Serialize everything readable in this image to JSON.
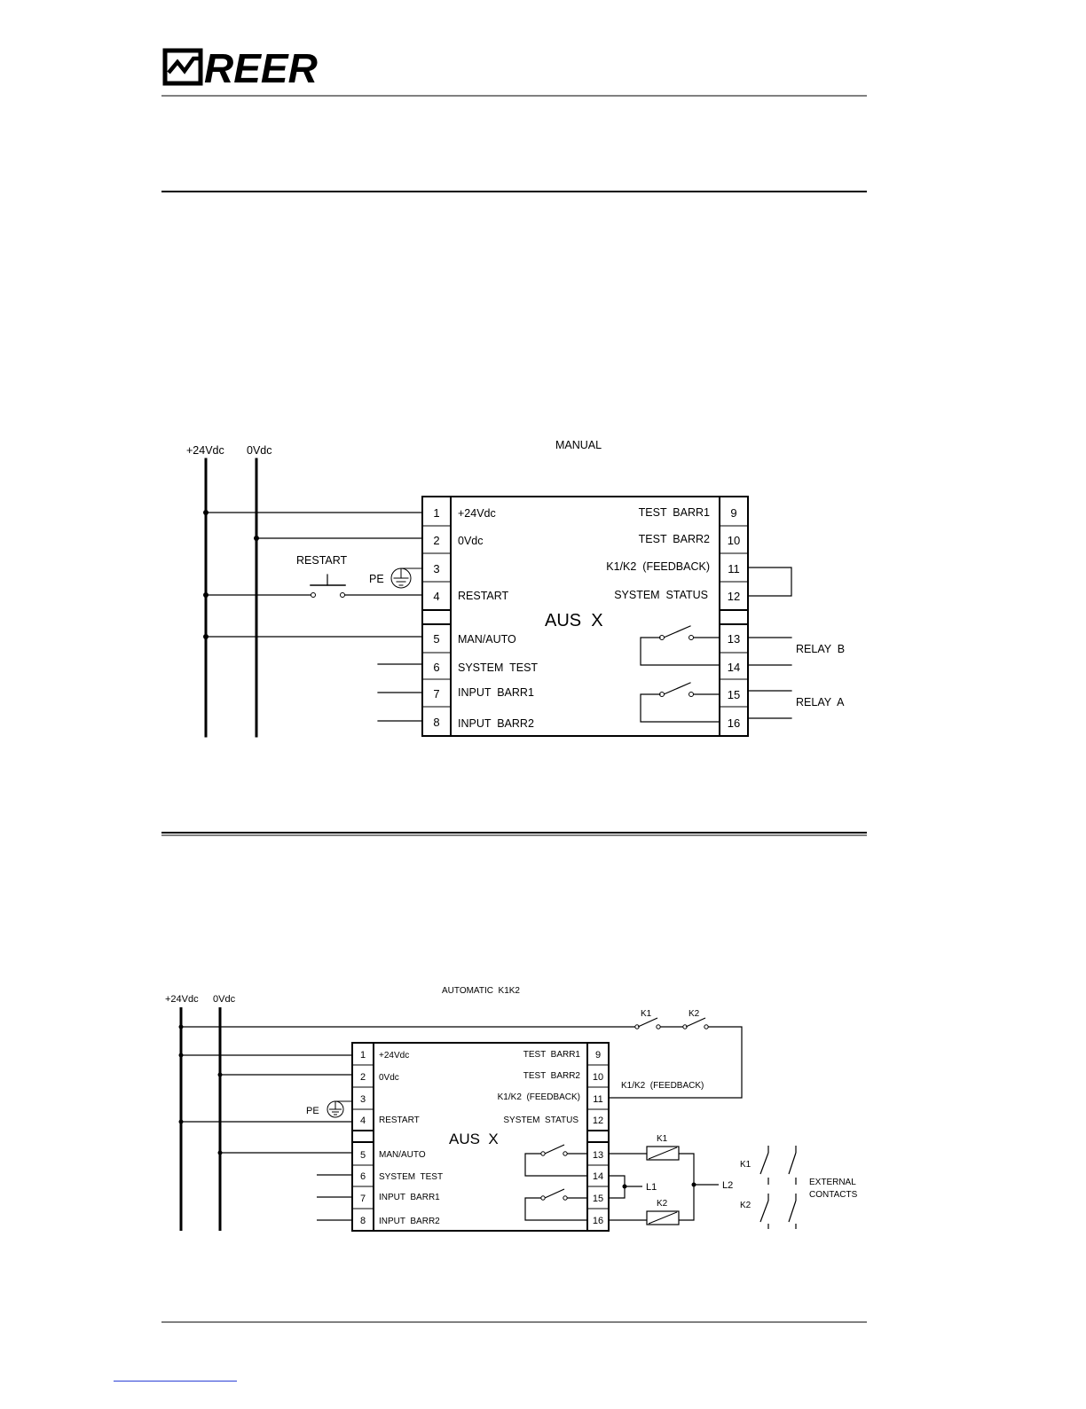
{
  "header": {
    "logo_text": "REER"
  },
  "diagram_manual": {
    "title": "MANUAL",
    "rail_pos_label": "+24Vdc",
    "rail_neg_label": "0Vdc",
    "restart_button_label": "RESTART",
    "pe_label": "PE",
    "module_label": "AUS  X",
    "terminals_left": [
      {
        "num": "1",
        "label": "+24Vdc"
      },
      {
        "num": "2",
        "label": "0Vdc"
      },
      {
        "num": "3",
        "label": ""
      },
      {
        "num": "4",
        "label": "RESTART"
      },
      {
        "num": "5",
        "label": "MAN/AUTO"
      },
      {
        "num": "6",
        "label": "SYSTEM  TEST"
      },
      {
        "num": "7",
        "label": "INPUT  BARR1"
      },
      {
        "num": "8",
        "label": "INPUT  BARR2"
      }
    ],
    "terminals_right": [
      {
        "num": "9",
        "label": "TEST  BARR1"
      },
      {
        "num": "10",
        "label": "TEST  BARR2"
      },
      {
        "num": "11",
        "label": "K1/K2  (FEEDBACK)"
      },
      {
        "num": "12",
        "label": "SYSTEM  STATUS"
      },
      {
        "num": "13",
        "label": ""
      },
      {
        "num": "14",
        "label": ""
      },
      {
        "num": "15",
        "label": ""
      },
      {
        "num": "16",
        "label": ""
      }
    ],
    "relay_b_label": "RELAY  B",
    "relay_a_label": "RELAY  A"
  },
  "diagram_auto": {
    "title": "AUTOMATIC  K1K2",
    "rail_pos_label": "+24Vdc",
    "rail_neg_label": "0Vdc",
    "pe_label": "PE",
    "module_label": "AUS  X",
    "k1_contact_label": "K1",
    "k2_contact_label": "K2",
    "feedback_wire_label": "K1/K2  (FEEDBACK)",
    "terminals_left": [
      {
        "num": "1",
        "label": "+24Vdc"
      },
      {
        "num": "2",
        "label": "0Vdc"
      },
      {
        "num": "3",
        "label": ""
      },
      {
        "num": "4",
        "label": "RESTART"
      },
      {
        "num": "5",
        "label": "MAN/AUTO"
      },
      {
        "num": "6",
        "label": "SYSTEM  TEST"
      },
      {
        "num": "7",
        "label": "INPUT  BARR1"
      },
      {
        "num": "8",
        "label": "INPUT  BARR2"
      }
    ],
    "terminals_right": [
      {
        "num": "9",
        "label": "TEST  BARR1"
      },
      {
        "num": "10",
        "label": "TEST  BARR2"
      },
      {
        "num": "11",
        "label": "K1/K2  (FEEDBACK)"
      },
      {
        "num": "12",
        "label": "SYSTEM  STATUS"
      },
      {
        "num": "13",
        "label": ""
      },
      {
        "num": "14",
        "label": ""
      },
      {
        "num": "15",
        "label": ""
      },
      {
        "num": "16",
        "label": ""
      }
    ],
    "coil_k1_label": "K1",
    "coil_k2_label": "K2",
    "l1_label": "L1",
    "l2_label": "L2",
    "ext_k1_label": "K1",
    "ext_k2_label": "K2",
    "external_label_line1": "EXTERNAL",
    "external_label_line2": "CONTACTS"
  }
}
